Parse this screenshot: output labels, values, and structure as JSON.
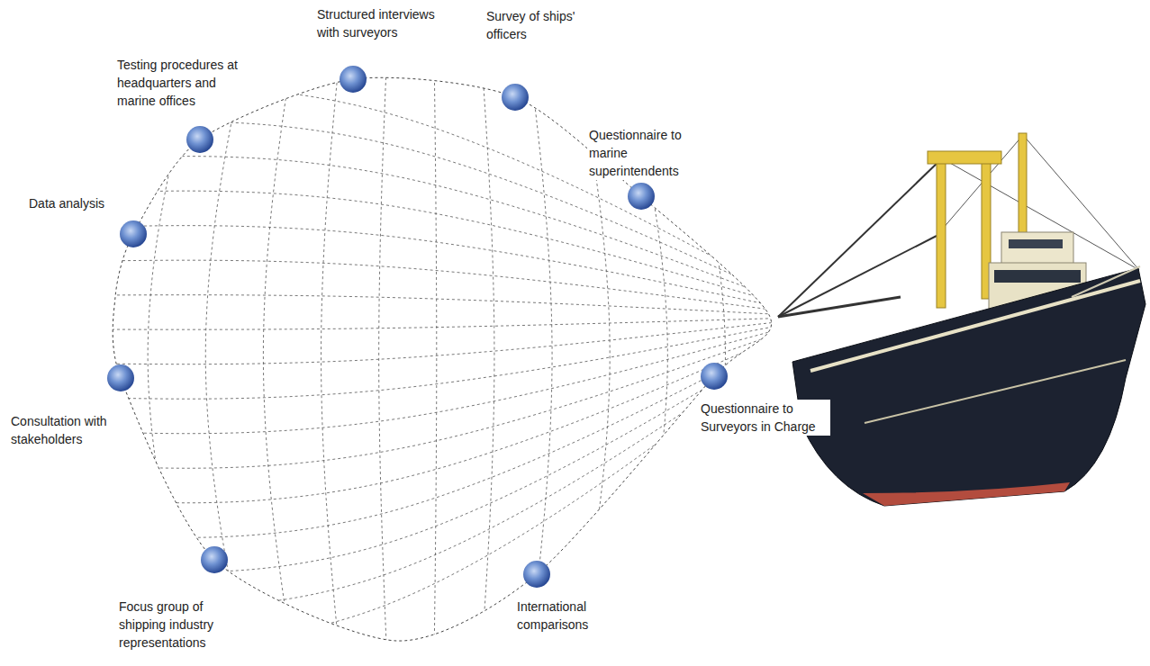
{
  "diagram": {
    "nodes": [
      {
        "text": [
          "Structured interviews with surveyors"
        ]
      },
      {
        "text": [
          "Survey of ships' officers"
        ]
      },
      {
        "text": [
          "Questionnaire to marine superintendents"
        ]
      },
      {
        "text": [
          "Questionnaire to Surveyors in Charge"
        ]
      },
      {
        "text": [
          "International comparisons"
        ]
      },
      {
        "text": [
          "Focus group of shipping industry representations"
        ]
      },
      {
        "text": [
          "Consultation with stakeholders"
        ]
      },
      {
        "text": [
          "Data analysis"
        ]
      },
      {
        "text": [
          "Testing procedures at headquarters and marine offices"
        ]
      }
    ]
  }
}
